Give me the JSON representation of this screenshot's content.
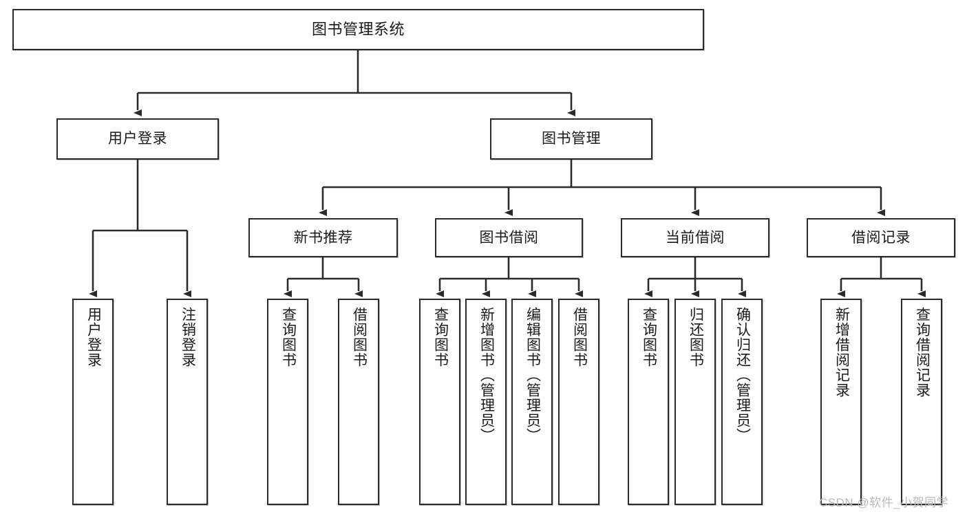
{
  "diagram": {
    "title": "图书管理系统",
    "type": "tree-hierarchy",
    "colors": {
      "stroke": "#2b2b2b",
      "fill": "#ffffff",
      "background": "#ffffff",
      "watermark": "#b9b9b9"
    },
    "root": {
      "label": "图书管理系统"
    },
    "level2": [
      {
        "label": "用户登录"
      },
      {
        "label": "图书管理"
      }
    ],
    "level3": [
      {
        "label": "新书推荐"
      },
      {
        "label": "图书借阅"
      },
      {
        "label": "当前借阅"
      },
      {
        "label": "借阅记录"
      }
    ],
    "leaves": {
      "user_login": [
        {
          "label": "用户登录"
        },
        {
          "label": "注销登录"
        }
      ],
      "new_book": [
        {
          "label": "查询图书"
        },
        {
          "label": "借阅图书"
        }
      ],
      "book_borrow": [
        {
          "label": "查询图书"
        },
        {
          "label": "新增图书（管理员）"
        },
        {
          "label": "编辑图书（管理员）"
        },
        {
          "label": "借阅图书"
        }
      ],
      "current_borrow": [
        {
          "label": "查询图书"
        },
        {
          "label": "归还图书"
        },
        {
          "label": "确认归还（管理员）"
        }
      ],
      "borrow_record": [
        {
          "label": "新增借阅记录"
        },
        {
          "label": "查询借阅记录"
        }
      ]
    }
  },
  "watermark": {
    "text": "CSDN @软件_小贺同学"
  }
}
